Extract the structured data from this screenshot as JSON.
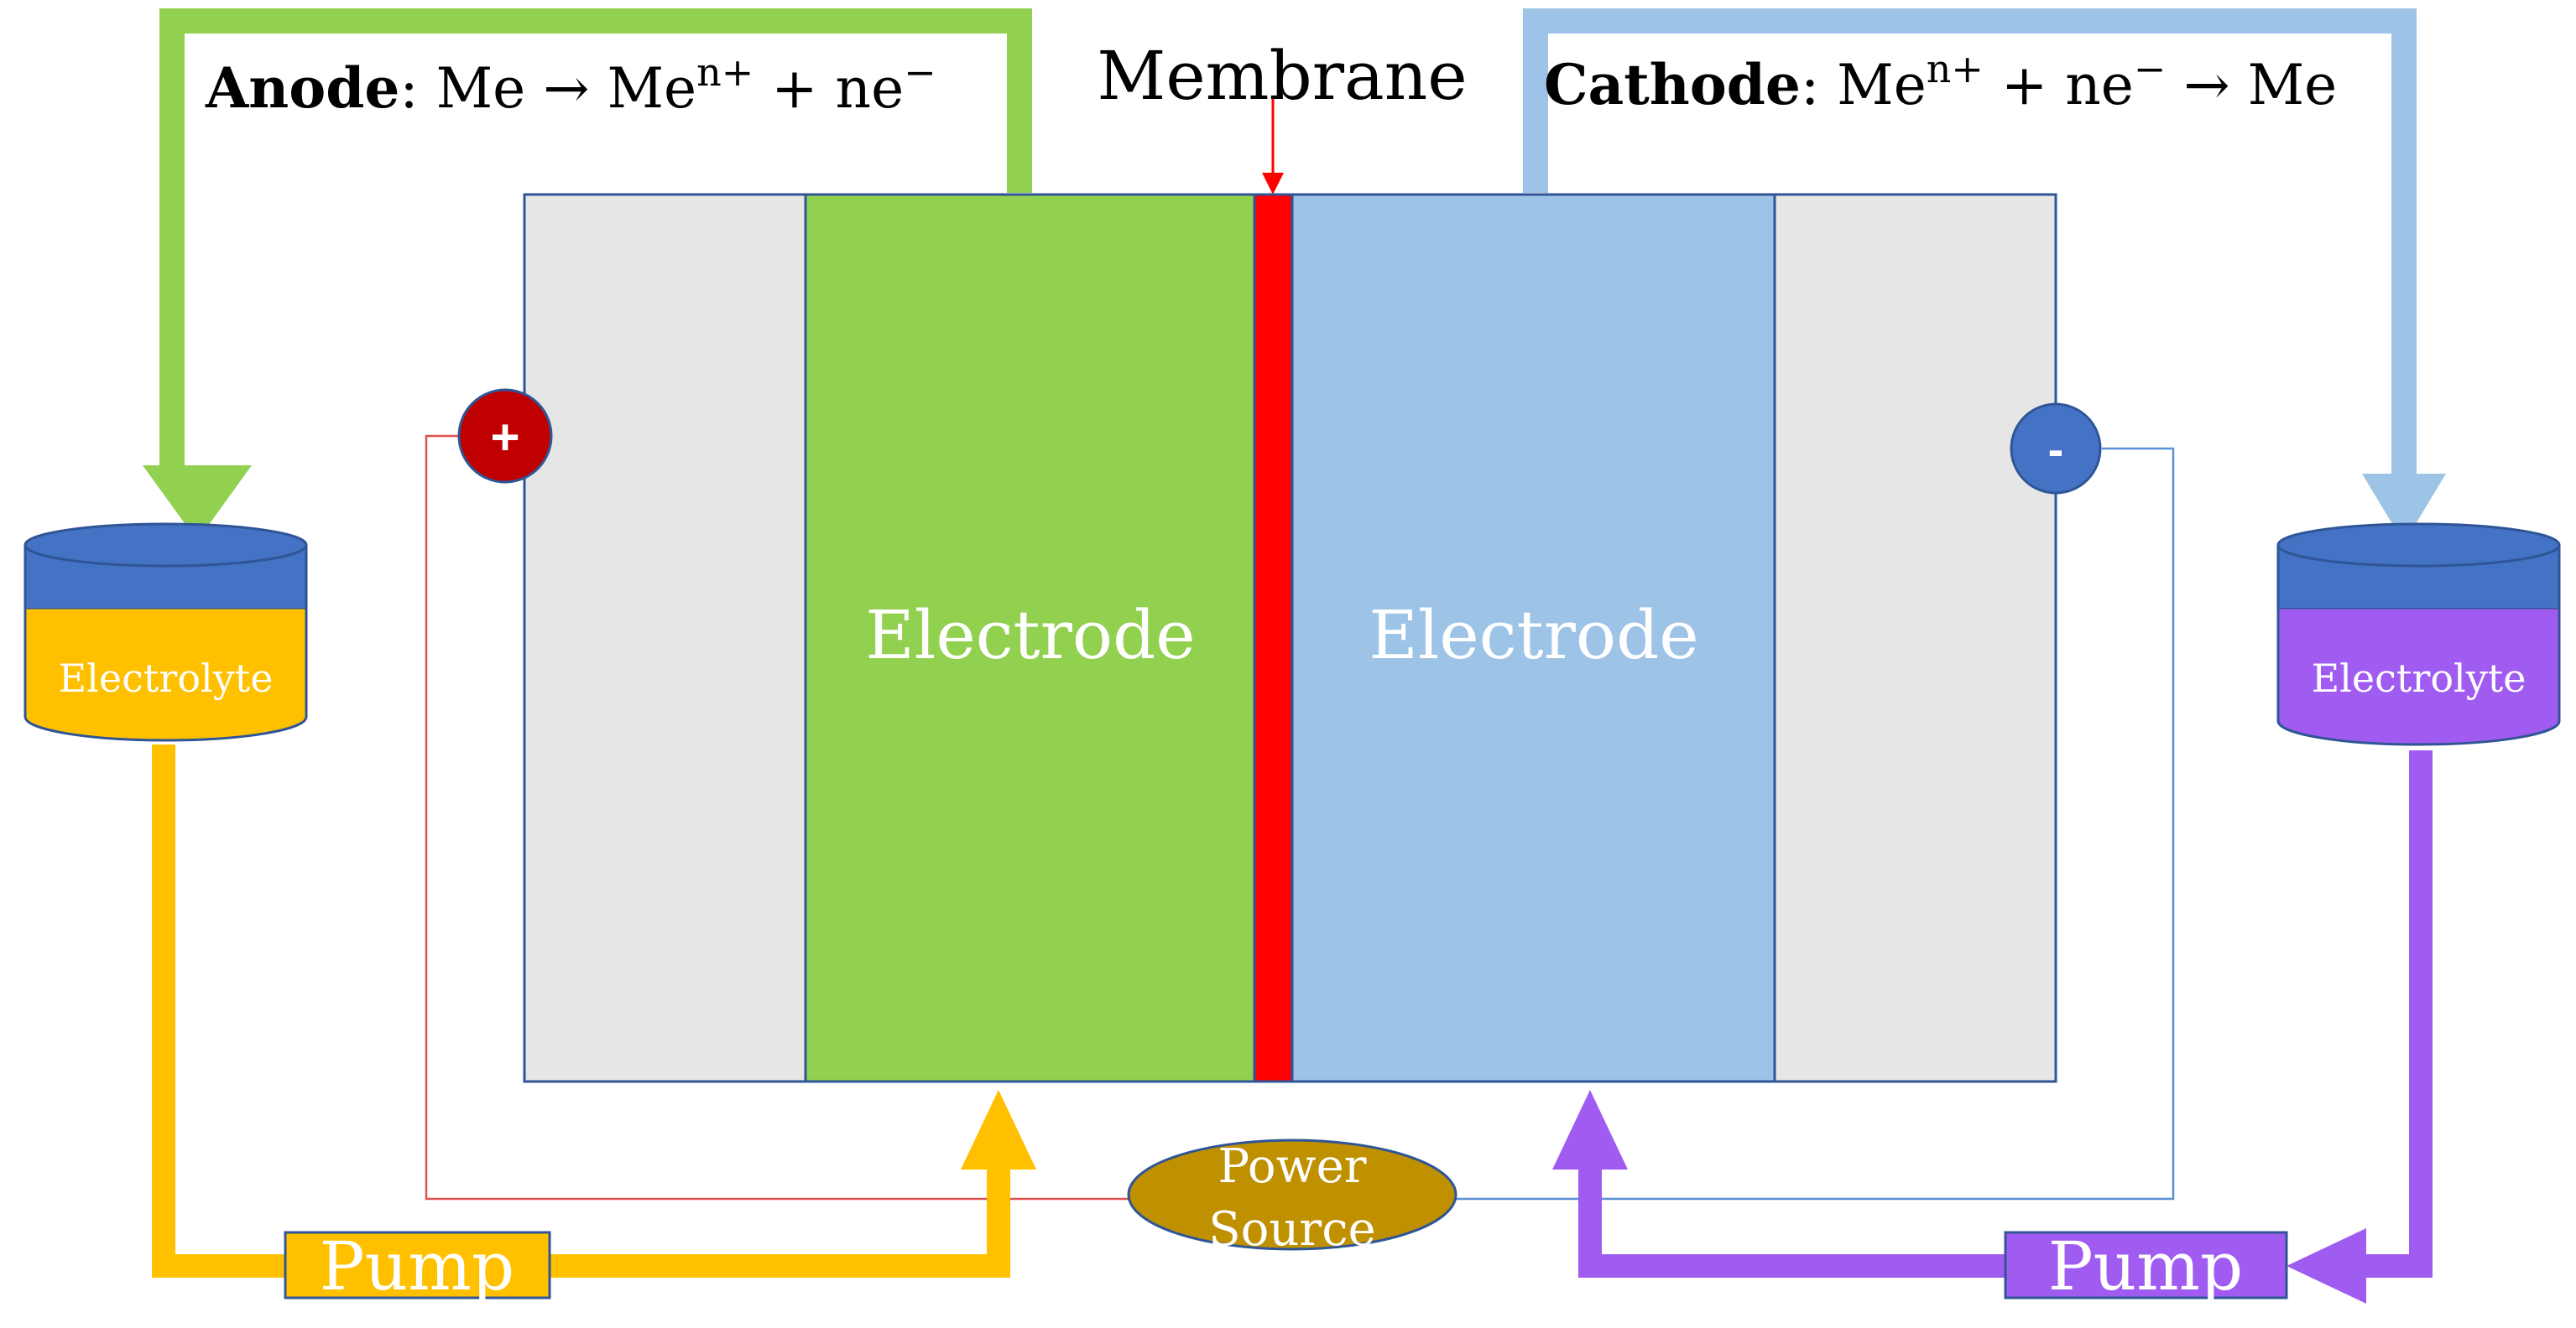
{
  "anode": {
    "bold": "Anode",
    "eq_start": ": Me → Me",
    "sup_charge": "n+",
    "eq_mid": " + ne",
    "sup_electron": "−"
  },
  "membrane": {
    "label": "Membrane"
  },
  "cathode": {
    "bold": "Cathode",
    "eq_start": ": Me",
    "sup_charge": "n+",
    "eq_mid": " + ne",
    "sup_electron": "−",
    "eq_end": " → Me"
  },
  "electrodes": {
    "left_label": "Electrode",
    "right_label": "Electrode"
  },
  "terminals": {
    "positive": "+",
    "negative": "-"
  },
  "tanks": {
    "left_label": "Electrolyte",
    "right_label": "Electrolyte"
  },
  "pumps": {
    "left_label": "Pump",
    "right_label": "Pump"
  },
  "power_source": {
    "line1": "Power",
    "line2": "Source"
  },
  "colors": {
    "green": "#92d050",
    "light_blue": "#9dc3e6",
    "yellow": "#ffc000",
    "purple": "#a05cf0",
    "membrane_red": "#ff0000",
    "tank_cap_blue": "#4472c4",
    "terminal_dark_red": "#c00000",
    "power_gold": "#bf9000",
    "gray_block": "#e6e6e6",
    "outline": "#2f5597"
  }
}
